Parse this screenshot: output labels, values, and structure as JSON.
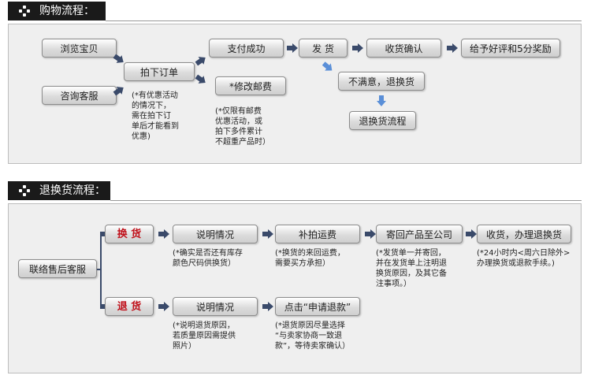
{
  "section1": {
    "title": "购物流程：",
    "boxes": {
      "browse": "浏览宝贝",
      "consult": "咨询客服",
      "order": "拍下订单",
      "pay": "支付成功",
      "modify_postage": "*修改邮费",
      "ship": "发 货",
      "confirm": "收货确认",
      "rate": "给予好评和5分奖励",
      "unsatisfied": "不满意，退换货",
      "return_process": "退换货流程"
    },
    "notes": {
      "order_note": [
        "(*有优惠活动",
        "的情况下，",
        "需在拍下订",
        "单后才能看到",
        "优惠)"
      ],
      "postage_note": [
        "(*仅限有邮费",
        "优惠活动，或",
        "拍下多件累计",
        "不超重产品时）"
      ]
    }
  },
  "section2": {
    "title": "退换货流程：",
    "boxes": {
      "contact": "联络售后客服",
      "exchange": "换 货",
      "refund": "退 货",
      "explain1": "说明情况",
      "reship_fee": "补拍运费",
      "send_back": "寄回产品至公司",
      "receive": "收货，办理退换货",
      "explain2": "说明情况",
      "apply_refund": "点击“申请退款”"
    },
    "notes": {
      "explain1_note": [
        "(*确实是否还有库存",
        "颜色尺码供换货）"
      ],
      "reship_note": [
        "(*换货的来回运费，",
        "需要买方承担）"
      ],
      "send_back_note": [
        "(*发货单一并寄回，",
        "并在发货单上注明退",
        "换货原因，及其它备",
        "注事项。）"
      ],
      "receive_note": [
        "(*24小时内<周六日除外>",
        "办理换货或退款手续。)"
      ],
      "explain2_note": [
        "(*说明退货原因，",
        "若质量原因需提供",
        "照片）"
      ],
      "apply_note": [
        "(*退货原因尽量选择",
        "“与卖家协商一致退",
        "款”，等待卖家确认）"
      ]
    }
  }
}
